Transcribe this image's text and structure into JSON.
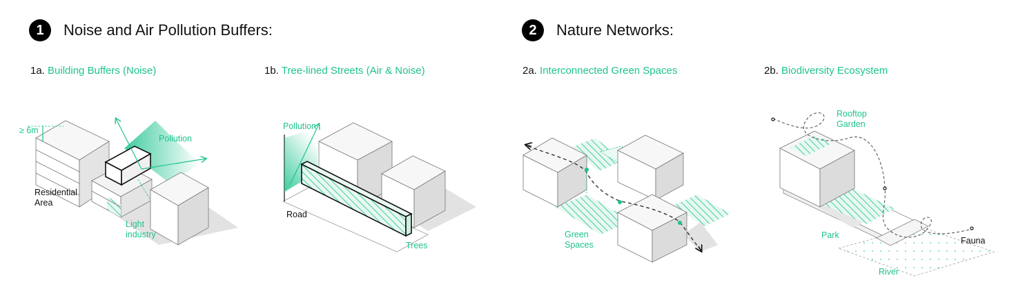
{
  "sections": [
    {
      "number": "1",
      "title": "Noise and Air Pollution Buffers:"
    },
    {
      "number": "2",
      "title": "Nature Networks:"
    }
  ],
  "panels": [
    {
      "code": "1a.",
      "title": "Building Buffers (Noise)"
    },
    {
      "code": "1b.",
      "title": "Tree-lined Streets (Air & Noise)"
    },
    {
      "code": "2a.",
      "title": "Interconnected Green Spaces"
    },
    {
      "code": "2b.",
      "title": "Biodiversity Ecosystem"
    }
  ],
  "labels": {
    "p1a_height": "≥ 6m",
    "p1a_pollution": "Pollution",
    "p1a_residential": "Residential\nArea",
    "p1a_light": "Light\nindustry",
    "p1b_pollution": "Pollution",
    "p1b_road": "Road",
    "p1b_trees": "Trees",
    "p2a_green": "Green\nSpaces",
    "p2b_rooftop": "Rooftop\nGarden",
    "p2b_park": "Park",
    "p2b_fauna": "Fauna",
    "p2b_river": "River"
  },
  "colors": {
    "accent": "#1ec38f",
    "text": "#111111",
    "shadow": "#e2e2e2",
    "face_light": "#f7f7f7",
    "face_dark": "#dcdcdc"
  }
}
